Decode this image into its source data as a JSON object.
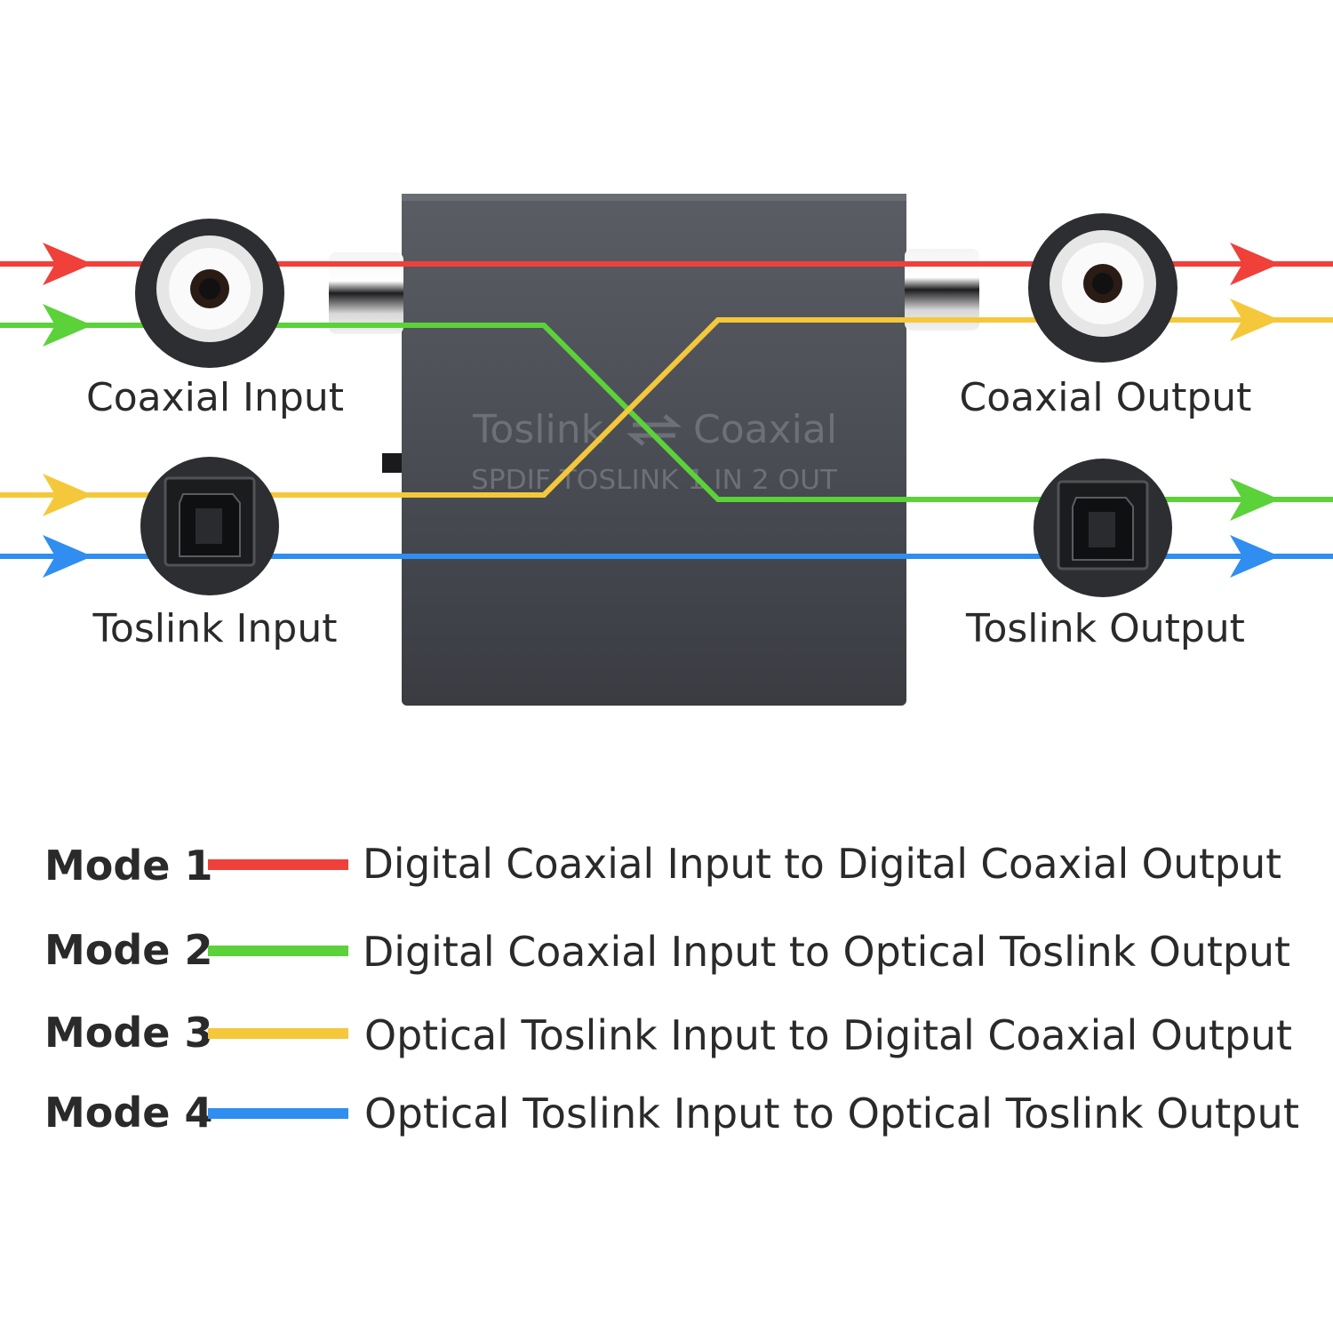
{
  "device": {
    "brand_left": "Toslink",
    "brand_right": "Coaxial",
    "subtitle": "SPDIF TOSLINK 1 IN 2 OUT"
  },
  "ports": {
    "coax_in": "Coaxial Input",
    "coax_out": "Coaxial Output",
    "tos_in": "Toslink Input",
    "tos_out": "Toslink Output"
  },
  "legend": [
    {
      "mode": "Mode 1",
      "text": "Digital Coaxial Input to Digital Coaxial Output",
      "color": "#f0403a"
    },
    {
      "mode": "Mode 2",
      "text": "Digital Coaxial Input to Optical Toslink Output",
      "color": "#5bd13a"
    },
    {
      "mode": "Mode 3",
      "text": "Optical Toslink Input to Digital Coaxial Output",
      "color": "#f4c83a"
    },
    {
      "mode": "Mode 4",
      "text": "Optical Toslink Input to Optical Toslink Output",
      "color": "#2f8ef0"
    }
  ],
  "colors": {
    "red": "#f0403a",
    "green": "#5bd13a",
    "yellow": "#f4c83a",
    "blue": "#2f8ef0",
    "device_body": "#4a4d54"
  }
}
